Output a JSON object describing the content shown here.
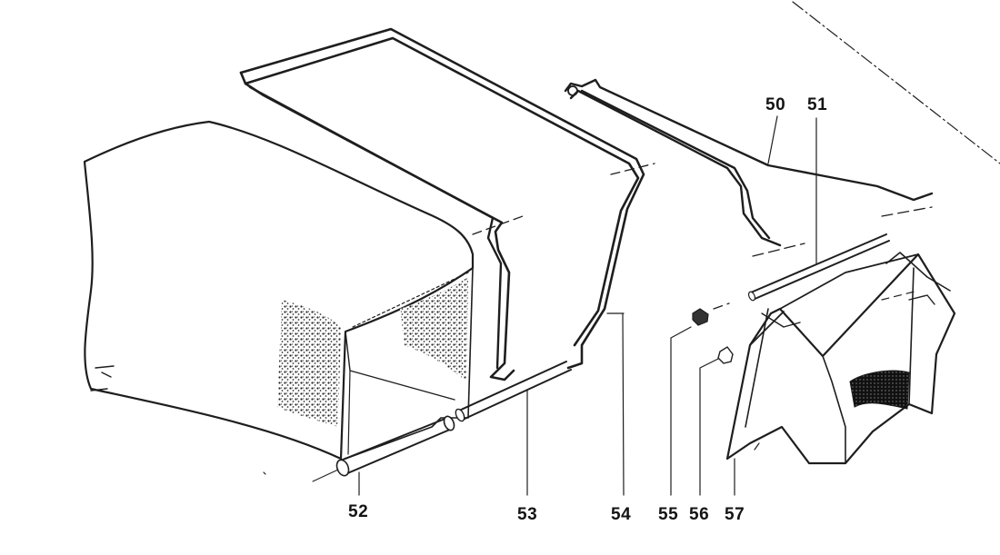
{
  "diagram": {
    "labels": [
      {
        "id": "p50",
        "text": "50"
      },
      {
        "id": "p51",
        "text": "51"
      },
      {
        "id": "p52",
        "text": "52"
      },
      {
        "id": "p53",
        "text": "53"
      },
      {
        "id": "p54",
        "text": "54"
      },
      {
        "id": "p55",
        "text": "55"
      },
      {
        "id": "p56",
        "text": "56"
      },
      {
        "id": "p57",
        "text": "57"
      }
    ]
  }
}
